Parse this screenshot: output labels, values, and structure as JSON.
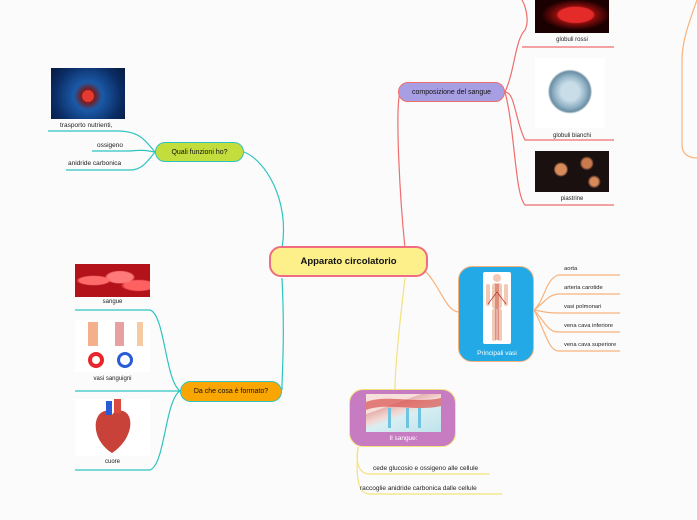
{
  "central": {
    "label": "Apparato circolatorio"
  },
  "functions": {
    "label": "Quali funzioni ho?",
    "items": [
      "trasporto nutrienti,",
      "ossigeno",
      "anidride carbonica"
    ]
  },
  "composition": {
    "label": "Da che cosa è formato?",
    "items": [
      "sangue",
      "vasi sanguigni",
      "cuore"
    ]
  },
  "blood_composition": {
    "label": "composizione del sangue",
    "items": [
      "globuli rossi",
      "globuli bianchi",
      "piastrine"
    ]
  },
  "vessels": {
    "label": "Principali vasi",
    "items": [
      "aorta",
      "arteria carotide",
      "vasi polmonari",
      "vena cava inferiore",
      "vena cava superiore"
    ]
  },
  "blood": {
    "label": "Il sangue:",
    "items": [
      "cede glucosio e ossigeno alle cellule",
      "raccoglie anidride carbonica dalle cellule"
    ]
  },
  "colors": {
    "central_fill": "#fdf08a",
    "central_border": "#ee6d82",
    "teal": "#2ec4c0",
    "green_fill": "#c3dd3c",
    "orange_fill": "#f9a602",
    "purple_fill": "#a89ee4",
    "blue_fill": "#23a9e6",
    "pink_fill": "#c77cc2",
    "red_link": "#ee6d6d",
    "peach_link": "#f9b27a",
    "yellow_link": "#f4e27d"
  }
}
